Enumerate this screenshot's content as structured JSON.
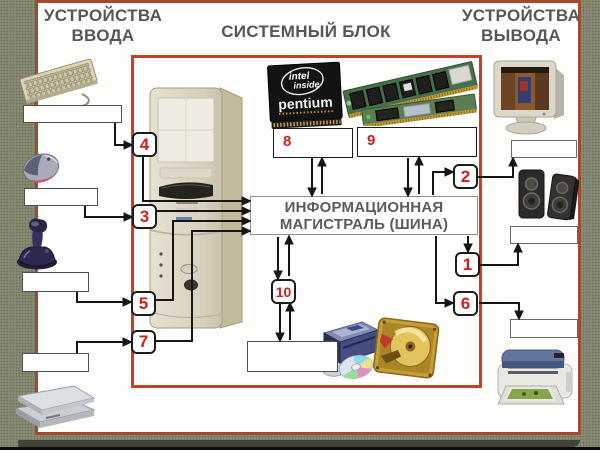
{
  "slide": {
    "titles": {
      "input_line1": "УСТРОЙСТВА",
      "input_line2": "ВВОДА",
      "system": "СИСТЕМНЫЙ БЛОК",
      "output_line1": "УСТРОЙСТВА",
      "output_line2": "ВЫВОДА"
    },
    "bus": {
      "line1": "ИНФОРМАЦИОННАЯ",
      "line2": "МАГИСТРАЛЬ (ШИНА)"
    },
    "numbers": {
      "1": "1",
      "2": "2",
      "3": "3",
      "4": "4",
      "5": "5",
      "6": "6",
      "7": "7",
      "8": "8",
      "9": "9",
      "10": "10"
    },
    "chip": {
      "line1": "intel",
      "line2": "inside",
      "line3": "pentium"
    },
    "label_slots": {
      "keyboard": "",
      "mouse": "",
      "joystick": "",
      "scanner": "",
      "monitor": "",
      "speakers": "",
      "printer": "",
      "storage": ""
    },
    "devices": [
      "keyboard",
      "mouse",
      "joystick",
      "scanner",
      "system-tower",
      "cpu-pentium",
      "ram-modules",
      "monitor",
      "speakers",
      "cd-drive",
      "hard-disk",
      "printer"
    ],
    "colors": {
      "frame_red": "#c8402a",
      "number_red": "#d01f1f",
      "title_gray": "#575757",
      "background_texture": "#8e9179",
      "outer_border": "#a04a30"
    }
  }
}
